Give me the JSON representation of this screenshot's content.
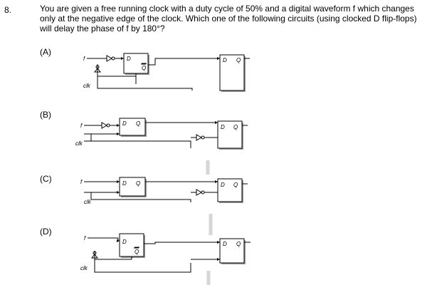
{
  "question": {
    "number": "8.",
    "text": "You are given a free running clock with a duty cycle of 50% and a digital  waveform f which changes\nonly at the negative edge of the clock. Which one of  the following circuits (using clocked D flip-flops)\nwill delay the phase of f by 180°?"
  },
  "options": [
    {
      "label": "(A)"
    },
    {
      "label": "(B)"
    },
    {
      "label": "(C)"
    },
    {
      "label": "(D)"
    }
  ],
  "signals": {
    "input": "f",
    "clock": "clk",
    "d_pin": "D",
    "q_pin": "Q",
    "qbar_pin": "Q"
  }
}
